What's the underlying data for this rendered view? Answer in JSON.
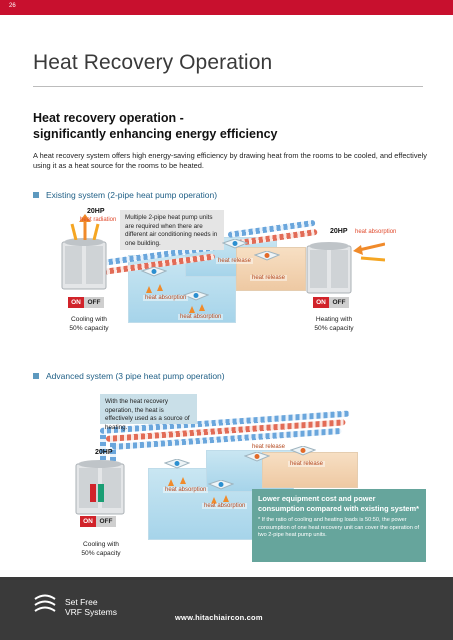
{
  "page": {
    "number": "26"
  },
  "title": "Heat Recovery Operation",
  "subheading": {
    "line1": "Heat recovery operation -",
    "line2": "significantly enhancing energy efficiency"
  },
  "intro": "A heat recovery system offers high energy-saving efficiency by drawing heat from the rooms to be cooled, and effectively using it as a heat source for the rooms to be heated.",
  "existing": {
    "heading": "Existing system (2-pipe heat pump operation)",
    "left_unit": {
      "capacity": "20HP",
      "label": "heat radiation",
      "on": "ON",
      "off": "OFF",
      "caption_l1": "Cooling with",
      "caption_l2": "50% capacity"
    },
    "right_unit": {
      "capacity": "20HP",
      "label": "heat absorption",
      "on": "ON",
      "off": "OFF",
      "caption_l1": "Heating with",
      "caption_l2": "50% capacity"
    },
    "note": "Multiple 2-pipe heat pump units are required when there are different air conditioning needs in one building.",
    "labels": {
      "heat_release_1": "heat release",
      "heat_release_2": "heat release",
      "heat_absorption_1": "heat absorption",
      "heat_absorption_2": "heat absorption"
    }
  },
  "advanced": {
    "heading": "Advanced system (3 pipe heat pump operation)",
    "note": "With the heat recovery operation, the heat is effectively used as a source of heating.",
    "unit": {
      "capacity": "20HP",
      "on": "ON",
      "off": "OFF",
      "caption_l1": "Cooling with",
      "caption_l2": "50% capacity"
    },
    "labels": {
      "heat_release_1": "heat release",
      "heat_release_2": "heat release",
      "heat_absorption_1": "heat absorption",
      "heat_absorption_2": "heat absorption"
    },
    "callout": {
      "title": "Lower equipment cost and power consumption compared with existing system*",
      "note": "* If the ratio of cooling and heating loads is 50:50, the power consumption of one heat recovery unit can cover the operation of two 2-pipe heat pump units."
    }
  },
  "footer": {
    "brand_line1": "Set Free",
    "brand_line2": "VRF Systems",
    "website": "www.hitachiaircon.com"
  },
  "colors": {
    "accent": "#c8102e",
    "section": "#1f5f86",
    "callout": "#66a59c",
    "footer": "#3a3a3a"
  }
}
